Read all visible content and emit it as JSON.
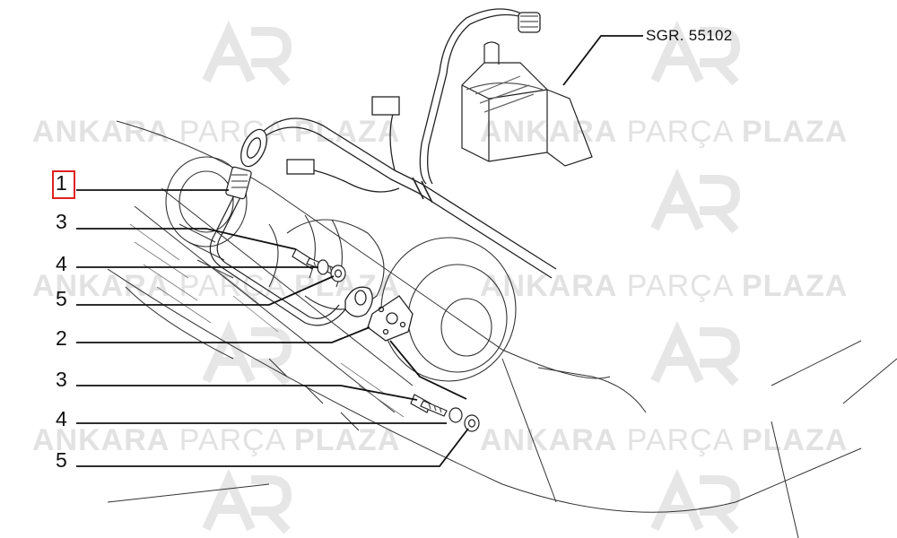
{
  "reference_label": "SGR. 55102",
  "callouts": [
    "1",
    "3",
    "4",
    "5",
    "2",
    "3",
    "4",
    "5"
  ],
  "watermark": {
    "brand1": "ANKARA",
    "brand2": "PARÇA",
    "brand3": "PLAZA"
  },
  "colors": {
    "line": "#222222",
    "highlight": "#e02020",
    "watermark": "#e2e2e2"
  }
}
